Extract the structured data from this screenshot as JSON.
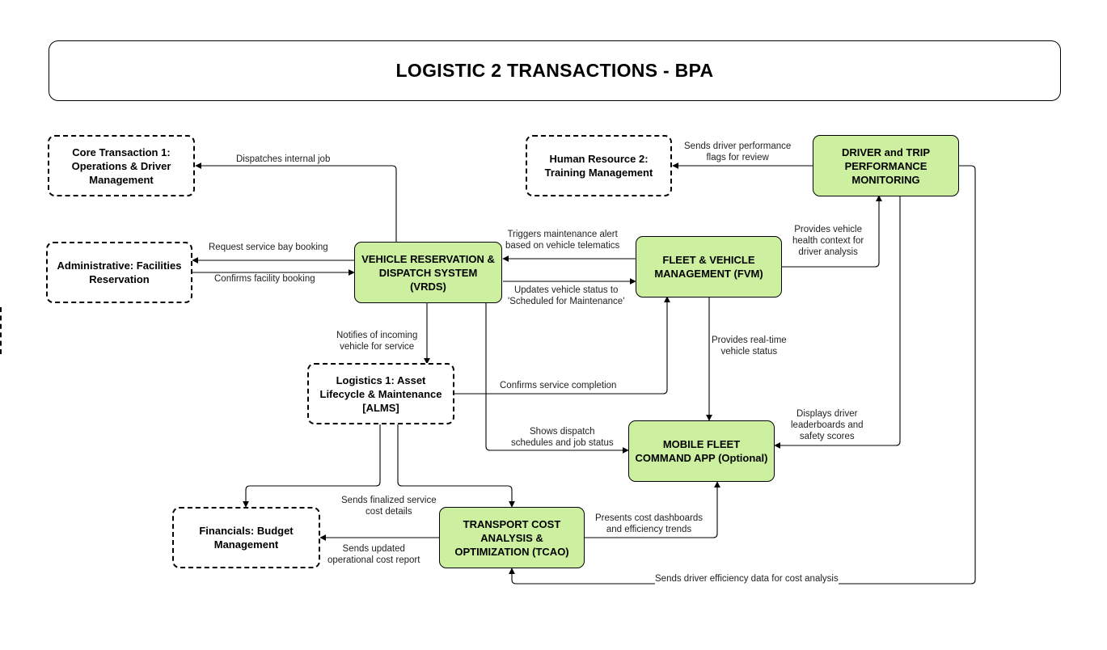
{
  "title": "LOGISTIC 2 TRANSACTIONS - BPA",
  "nodes": {
    "core1": "Core Transaction 1:\nOperations & Driver\nManagement",
    "hr2": "Human Resource 2:\nTraining Management",
    "driver": "DRIVER and TRIP\nPERFORMANCE\nMONITORING",
    "admin": "Administrative: Facilities\nReservation",
    "vrds": "VEHICLE RESERVATION &\nDISPATCH SYSTEM\n(VRDS)",
    "fvm": "FLEET & VEHICLE\nMANAGEMENT (FVM)",
    "alms": "Logistics 1: Asset\nLifecycle & Maintenance\n[ALMS]",
    "mobile": "MOBILE FLEET\nCOMMAND APP (Optional)",
    "fin": "Financials: Budget\nManagement",
    "tcao": "TRANSPORT COST\nANALYSIS &\nOPTIMIZATION (TCAO)"
  },
  "edges": {
    "dispatches": "Dispatches internal job",
    "sends_perf": "Sends driver performance\nflags for review",
    "request_bay": "Request service bay booking",
    "confirms_facility": "Confirms facility booking",
    "triggers_maint": "Triggers maintenance alert\nbased on vehicle telematics",
    "updates_status": "Updates vehicle status to\n'Scheduled for Maintenance'",
    "provides_health": "Provides vehicle\nhealth context for\ndriver analysis",
    "notifies": "Notifies of incoming\nvehicle for service",
    "realtime": "Provides real-time\nvehicle status",
    "confirms_service": "Confirms service completion",
    "displays_leader": "Displays driver\nleaderboards and\nsafety scores",
    "shows_dispatch": "Shows dispatch\nschedules and job status",
    "sends_finalized": "Sends finalized service\ncost details",
    "presents_cost": "Presents cost dashboards\nand efficiency trends",
    "sends_updated": "Sends updated\noperational cost report",
    "sends_efficiency": "Sends driver efficiency data for cost analysis"
  }
}
